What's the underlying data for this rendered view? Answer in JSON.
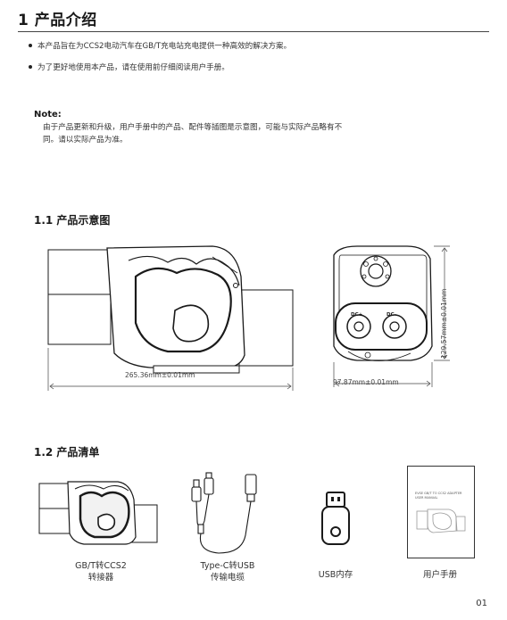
{
  "section1": {
    "title": "1 产品介绍",
    "bullets": [
      "本产品旨在为CCS2电动汽车在GB/T充电站充电提供一种高效的解决方案。",
      "为了更好地使用本产品，请在使用前仔细阅读用户手册。"
    ],
    "note_label": "Note:",
    "note_lines": [
      "由于产品更新和升级，用户手册中的产品、配件等插图是示意图，可能与实际产品略有不",
      "同。请以实际产品为准。"
    ]
  },
  "section11": {
    "title": "1.1  产品示意图",
    "dim_length": "265.36mm±0.01mm",
    "dim_width": "97.87mm±0.01mm",
    "dim_height": "129.57mm±0.01mm",
    "dc_plus": "DC+",
    "dc_minus": "DC-"
  },
  "section12": {
    "title": "1.2  产品清单",
    "items": [
      {
        "line1": "GB/T转CCS2",
        "line2": "转接器",
        "icon": "adapter-icon"
      },
      {
        "line1": "Type-C转USB",
        "line2": "传输电缆",
        "icon": "cable-icon"
      },
      {
        "line1": "USB内存",
        "line2": "",
        "icon": "usb-drive-icon"
      },
      {
        "line1": "用户手册",
        "line2": "",
        "icon": "manual-icon"
      }
    ],
    "manual_cover_line1": "EVSE GB/T TO CCS2 ADAPTER",
    "manual_cover_line2": "USER MANUAL"
  },
  "footer": {
    "page_number": "01"
  },
  "colors": {
    "text": "#222222",
    "rule": "#444444",
    "drawing": "#1a1a1a"
  }
}
